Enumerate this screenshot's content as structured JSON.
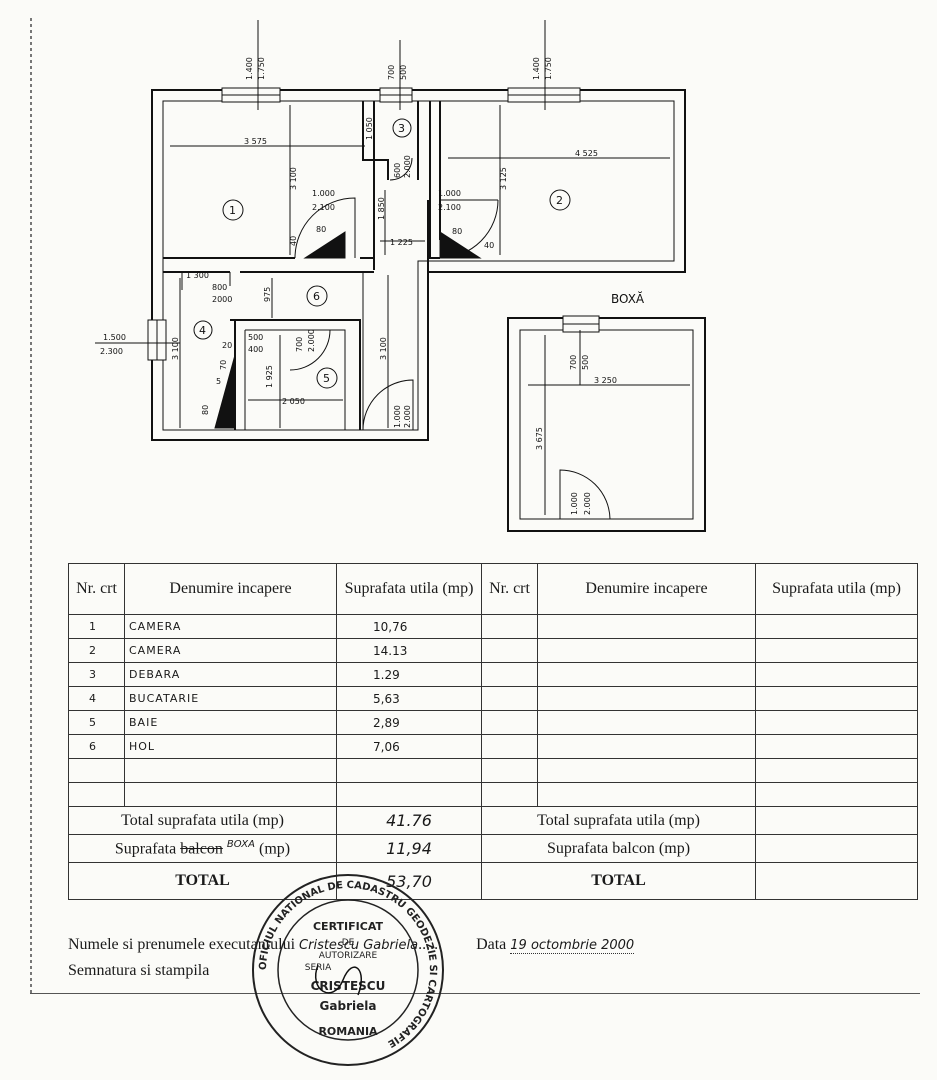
{
  "plan": {
    "section_label": "BOXĂ",
    "room_numbers": [
      "1",
      "2",
      "3",
      "4",
      "5",
      "6"
    ],
    "dimensions": {
      "window1": [
        "1.400",
        "1.750"
      ],
      "window3": [
        "700",
        "500"
      ],
      "window2": [
        "1.400",
        "1.750"
      ],
      "room1_w": "3 575",
      "room1_h": "3 100",
      "room2_w": "4 525",
      "room2_h": "3 125",
      "room3_h": "1 050",
      "door3": [
        "600",
        "2.000"
      ],
      "door1": [
        "1.000",
        "2.100"
      ],
      "door2": [
        "1.000",
        "2.100"
      ],
      "hall_h": "1 850",
      "hall_w": "1 225",
      "rad1": "80",
      "rad1b": "40",
      "rad2": "80",
      "rad2b": "40",
      "room4_w": "1 300",
      "door4": [
        "800",
        "2000"
      ],
      "room6_h": "975",
      "win4": [
        "1.500",
        "2.300"
      ],
      "room4_h": "3 100",
      "win5": [
        "500",
        "400"
      ],
      "door5": [
        "700",
        "2.000"
      ],
      "room5_h": "1 925",
      "room5_w": "2 050",
      "hall_v": "3 100",
      "door_entry": [
        "1.000",
        "2.000"
      ],
      "k1": "20",
      "k2": "70",
      "k3": "5",
      "k4": "80",
      "boxa_win": [
        "700",
        "500"
      ],
      "boxa_w": "3 250",
      "boxa_h": "3 675",
      "boxa_door": [
        "1.000",
        "2.000"
      ]
    }
  },
  "table": {
    "headers": {
      "nr": "Nr. crt",
      "name": "Denumire incapere",
      "area": "Suprafata utila (mp)",
      "nr2": "Nr. crt",
      "name2": "Denumire incapere",
      "area2": "Suprafata utila (mp)"
    },
    "rows": [
      {
        "nr": "1",
        "name": "CAMERA",
        "area": "10,76"
      },
      {
        "nr": "2",
        "name": "CAMERA",
        "area": "14.13"
      },
      {
        "nr": "3",
        "name": "DEBARA",
        "area": "1.29"
      },
      {
        "nr": "4",
        "name": "BUCATARIE",
        "area": "5,63"
      },
      {
        "nr": "5",
        "name": "BAIE",
        "area": "2,89"
      },
      {
        "nr": "6",
        "name": "HOL",
        "area": "7,06"
      }
    ],
    "total_util_label": "Total suprafata utila (mp)",
    "total_util_value": "41.76",
    "suprafata_label_a": "Suprafata",
    "suprafata_struck": "balcon",
    "suprafata_handwritten": "BOXA",
    "suprafata_label_b": "(mp)",
    "suprafata_value": "11,94",
    "total_label": "TOTAL",
    "total_value": "53,70",
    "right_total_util_label": "Total suprafata utila (mp)",
    "right_balcon_label": "Suprafata balcon (mp)",
    "right_total_label": "TOTAL"
  },
  "footer": {
    "executant_label": "Numele si prenumele executantului",
    "executant_name": "Cristescu Gabriela",
    "dots": "......",
    "data_label": "Data",
    "data_value": "19 octombrie 2000",
    "semnatura_label": "Semnatura si stampila"
  },
  "stamp": {
    "text": "OFICIUL NATIONAL DE CADASTRU GEODEZIE SI CARTOGRAFIE",
    "lines": [
      "CERTIFICAT",
      "DE",
      "AUTORIZARE",
      "SERIA",
      "ROMANIA"
    ],
    "name_lines": [
      "CRISTESCU",
      "Gabriela"
    ]
  }
}
